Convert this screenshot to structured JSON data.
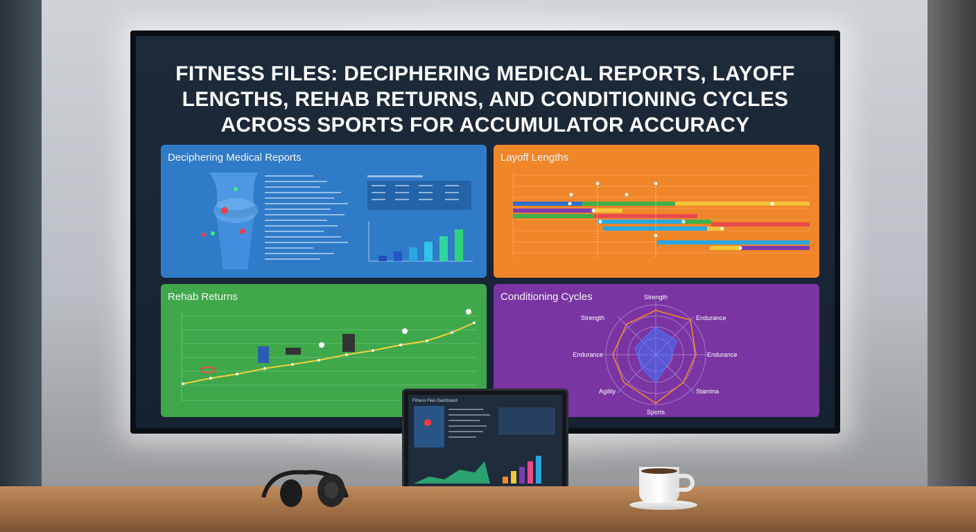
{
  "screen": {
    "title": "FITNESS FILES: DECIPHERING MEDICAL REPORTS, LAYOFF LENGTHS, REHAB RETURNS, AND CONDITIONING CYCLES ACROSS SPORTS FOR ACCUMULATOR ACCURACY"
  },
  "panels": {
    "medical": {
      "title": "Deciphering Medical Reports",
      "color": "#2f7bc8"
    },
    "layoff": {
      "title": "Layoff Lengths",
      "color": "#f0862a"
    },
    "rehab": {
      "title": "Rehab Returns",
      "color": "#3fa84a"
    },
    "conditioning": {
      "title": "Conditioning Cycles",
      "color": "#7a35a3",
      "labels": {
        "top": "Strength",
        "upper_left": "Strength",
        "upper_right": "Endurance",
        "left": "Endurance",
        "right": "Endurance",
        "lower_left": "Agility",
        "lower_right": "Stamina",
        "bottom": "Sports"
      }
    }
  },
  "laptop": {
    "title": "Fitness Files Dashboard"
  }
}
